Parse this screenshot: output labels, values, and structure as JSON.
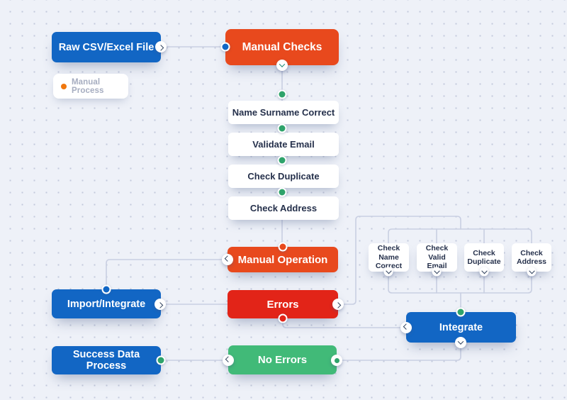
{
  "canvas": {
    "background": "#EEF1F8",
    "grid_dot_color": "#C3C9DB",
    "edge_color": "#C9CFE2"
  },
  "legend": {
    "label": "Manual Process",
    "dot_color": "#F0770D"
  },
  "colors": {
    "blue": "#1266C4",
    "orange": "#E8491D",
    "red": "#E22418",
    "green": "#41BA78",
    "handle_green": "#2FA36B"
  },
  "nodes": {
    "raw_csv": {
      "label": "Raw CSV/Excel File",
      "color": "#1266C4"
    },
    "manual_checks": {
      "label": "Manual Checks",
      "color": "#E8491D"
    },
    "name_surname": {
      "label": "Name Surname Correct",
      "color": "#FFFFFF"
    },
    "validate_email": {
      "label": "Validate Email",
      "color": "#FFFFFF"
    },
    "check_duplicate": {
      "label": "Check Duplicate",
      "color": "#FFFFFF"
    },
    "check_address": {
      "label": "Check Address",
      "color": "#FFFFFF"
    },
    "manual_operation": {
      "label": "Manual Operation",
      "color": "#E8491D"
    },
    "errors": {
      "label": "Errors",
      "color": "#E22418"
    },
    "import_integrate": {
      "label": "Import/Integrate",
      "color": "#1266C4"
    },
    "success_data": {
      "label": "Success Data Process",
      "color": "#1266C4"
    },
    "no_errors": {
      "label": "No Errors",
      "color": "#41BA78"
    },
    "integrate": {
      "label": "Integrate",
      "color": "#1266C4"
    },
    "check_name_correct": {
      "label": "Check Name Correct",
      "color": "#FFFFFF"
    },
    "check_valid_email": {
      "label": "Check Valid Email",
      "color": "#FFFFFF"
    },
    "check_duplicate_small": {
      "label": "Check Duplicate",
      "color": "#FFFFFF"
    },
    "check_address_small": {
      "label": "Check Address",
      "color": "#FFFFFF"
    }
  },
  "edges": [
    {
      "from": "raw_csv",
      "to": "manual_checks"
    },
    {
      "from": "manual_checks",
      "to": "name_surname"
    },
    {
      "from": "name_surname",
      "to": "validate_email"
    },
    {
      "from": "validate_email",
      "to": "check_duplicate"
    },
    {
      "from": "check_duplicate",
      "to": "check_address"
    },
    {
      "from": "check_address",
      "to": "manual_operation"
    },
    {
      "from": "manual_operation",
      "to": "import_integrate"
    },
    {
      "from": "import_integrate",
      "to": "errors"
    },
    {
      "from": "errors",
      "to": "check_name_correct"
    },
    {
      "from": "errors",
      "to": "check_valid_email"
    },
    {
      "from": "errors",
      "to": "check_duplicate_small"
    },
    {
      "from": "errors",
      "to": "check_address_small"
    },
    {
      "from": "errors",
      "to": "integrate"
    },
    {
      "from": "check_name_correct",
      "to": "integrate"
    },
    {
      "from": "check_valid_email",
      "to": "integrate"
    },
    {
      "from": "check_duplicate_small",
      "to": "integrate"
    },
    {
      "from": "check_address_small",
      "to": "integrate"
    },
    {
      "from": "success_data",
      "to": "no_errors"
    },
    {
      "from": "no_errors",
      "to": "integrate"
    }
  ]
}
